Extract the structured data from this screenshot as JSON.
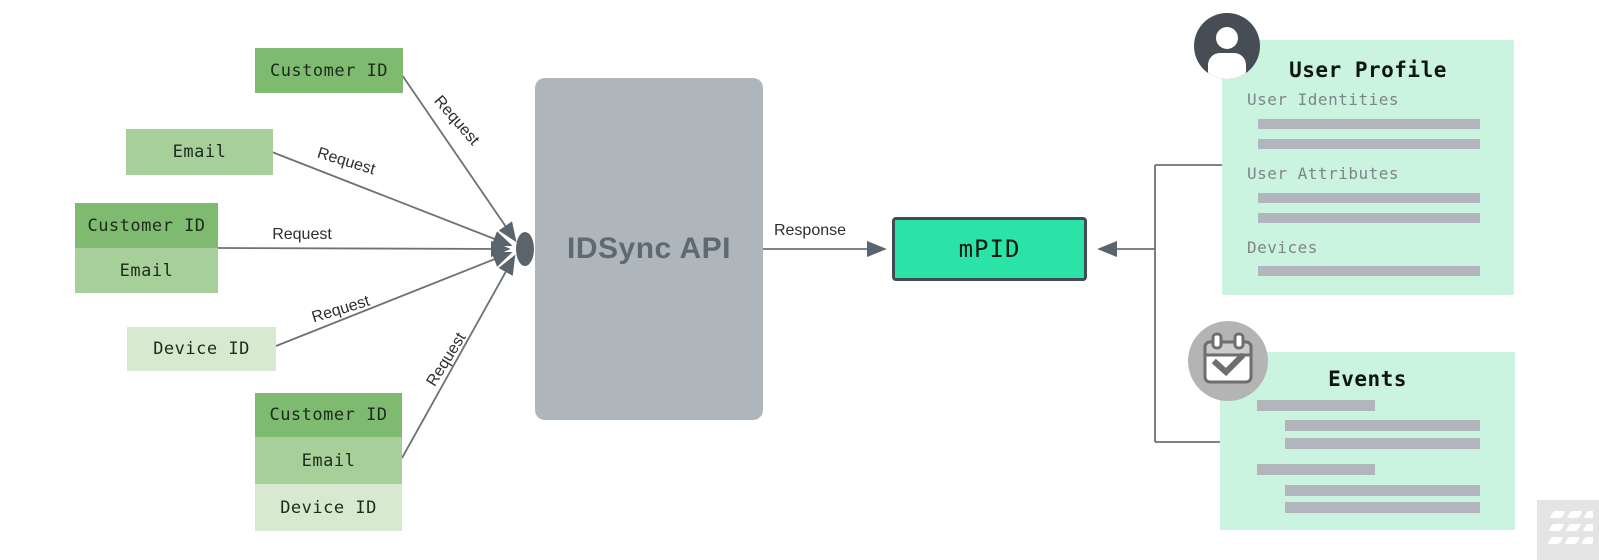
{
  "colors": {
    "box_green_dark": "#7eba6f",
    "box_green_medium": "#a7cf9a",
    "box_green_light": "#d7e9cf",
    "api_box_gray": "#aeb6bc",
    "mpid_green": "#2be3a6",
    "panel_mint": "#cbf4e0",
    "connector_gray": "#6a737a",
    "placeholder_bar_gray": "#b2b6bc"
  },
  "inputs": [
    {
      "rows": [
        {
          "label": "Customer ID",
          "tone": "dark"
        }
      ]
    },
    {
      "rows": [
        {
          "label": "Email",
          "tone": "medium"
        }
      ]
    },
    {
      "rows": [
        {
          "label": "Customer ID",
          "tone": "dark"
        },
        {
          "label": "Email",
          "tone": "medium"
        }
      ]
    },
    {
      "rows": [
        {
          "label": "Device ID",
          "tone": "light"
        }
      ]
    },
    {
      "rows": [
        {
          "label": "Customer ID",
          "tone": "dark"
        },
        {
          "label": "Email",
          "tone": "medium"
        },
        {
          "label": "Device ID",
          "tone": "light"
        }
      ]
    }
  ],
  "edges": {
    "request_labels": [
      "Request",
      "Request",
      "Request",
      "Request",
      "Request"
    ],
    "response_label": "Response"
  },
  "api": {
    "label": "IDSync API"
  },
  "mpid": {
    "label": "mPID"
  },
  "user_profile": {
    "title": "User Profile",
    "sections": [
      {
        "label": "User Identities",
        "bar_count": 2
      },
      {
        "label": "User Attributes",
        "bar_count": 2
      },
      {
        "label": "Devices",
        "bar_count": 1
      }
    ]
  },
  "events": {
    "title": "Events",
    "bar_groups": [
      {
        "short_bars": 1,
        "long_bars": 2
      },
      {
        "short_bars": 1,
        "long_bars": 2
      }
    ]
  }
}
